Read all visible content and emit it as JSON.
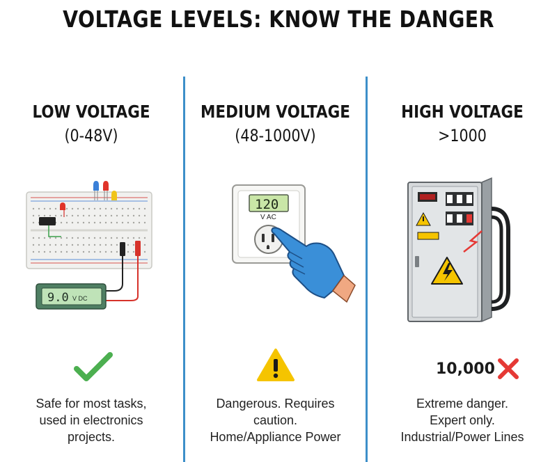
{
  "title": "VOLTAGE LEVELS: KNOW THE DANGER",
  "columns": [
    {
      "heading": "LOW VOLTAGE",
      "range": "(0-48V)",
      "meter": {
        "value": "9.0",
        "unit": "V DC"
      },
      "status_icon": "check-icon",
      "description": [
        "Safe for most tasks,",
        "used in electronics",
        "projects."
      ]
    },
    {
      "heading": "MEDIUM VOLTAGE",
      "range": "(48-1000V)",
      "meter": {
        "value": "120",
        "unit": "V AC"
      },
      "status_icon": "warning-icon",
      "description": [
        "Dangerous. Requires",
        "caution.",
        "Home/Appliance Power"
      ]
    },
    {
      "heading": "HIGH VOLTAGE",
      "range": ">1000",
      "meter": {
        "value": "",
        "unit": ""
      },
      "status_value": "10,000",
      "status_icon": "x-icon",
      "description": [
        "Extreme danger.",
        "Expert only.",
        "Industrial/Power Lines"
      ]
    }
  ],
  "colors": {
    "divider": "#3d8fc9",
    "safe": "#4caf50",
    "warning": "#f5c400",
    "danger": "#e53935",
    "glove": "#3a8fd8"
  }
}
